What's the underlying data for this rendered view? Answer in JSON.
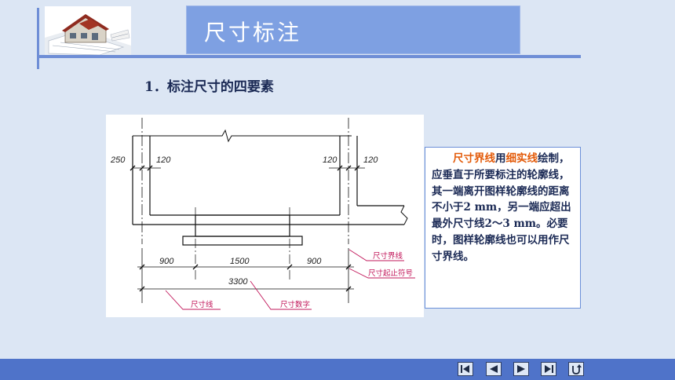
{
  "header": {
    "title": "尺寸标注"
  },
  "section": {
    "heading": "1．标注尺寸的四要素"
  },
  "drawing": {
    "dims_top": {
      "left": "250",
      "a": "120",
      "b": "120",
      "c": "120"
    },
    "dims_row1": {
      "a": "900",
      "b": "1500",
      "c": "900"
    },
    "dims_total": "3300",
    "labels": {
      "extension_line": "尺寸界线",
      "terminator": "尺寸起止符号",
      "dimension_line": "尺寸线",
      "dimension_number": "尺寸数字"
    }
  },
  "note": {
    "term1": "尺寸界线",
    "connector": "用",
    "term2": "细实线",
    "body": "绘制，应垂直于所要标注的轮廓线，其一端离开图样轮廓线的距离不小于2 mm，另一端应超出最外尺寸线2～3 mm。必要时，图样轮廓线也可以用作尺寸界线。"
  },
  "colors": {
    "accent": "#e35b0a",
    "bar": "#4f73c9",
    "title_bg": "#7ea0e2",
    "annotation": "#c2185b"
  },
  "nav": [
    {
      "name": "first-slide",
      "icon": "skip-first-icon"
    },
    {
      "name": "previous-slide",
      "icon": "triangle-left-icon"
    },
    {
      "name": "next-slide",
      "icon": "triangle-right-icon"
    },
    {
      "name": "last-slide",
      "icon": "skip-last-icon"
    },
    {
      "name": "return",
      "icon": "return-icon"
    }
  ]
}
